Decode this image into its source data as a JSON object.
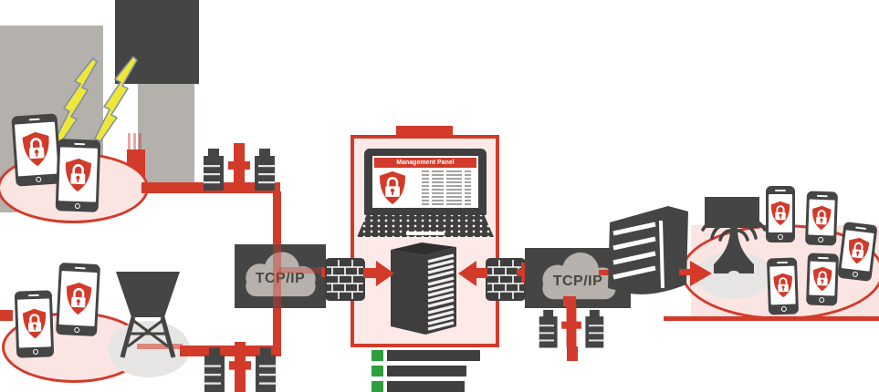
{
  "panel": {
    "title": "Management Panel",
    "list_rows": 10
  },
  "clouds": [
    {
      "label": "TCP/IP"
    },
    {
      "label": "TCP/IP"
    }
  ],
  "legend": {
    "rows": 3,
    "bullet_color": "#2e9e3e",
    "bars_redacted": true
  },
  "zones": {
    "top_left": {
      "type": "building-network",
      "device_count": 2
    },
    "bottom_left": {
      "type": "cell-tower-network",
      "device_count": 2
    },
    "right": {
      "type": "antenna-network",
      "device_count": 5
    }
  },
  "icons": [
    "shield-lock-icon",
    "firewall-icon",
    "server-icon",
    "laptop-icon",
    "tcp-ip-cloud-icon",
    "base-station-icon",
    "cell-tower-icon",
    "radio-antenna-icon",
    "building-icon",
    "lightning-icon",
    "flow-arrow-icon"
  ],
  "colors": {
    "red": "#d23a2a",
    "pink": "#fbe5e2",
    "panel_pink": "#fdeae8",
    "dark_gray": "#454545",
    "building_gray": "#b4b0ab",
    "shadow_gray": "#e7e5e3",
    "green": "#2e9e3e",
    "lightning_yellow": "#efe63a"
  }
}
